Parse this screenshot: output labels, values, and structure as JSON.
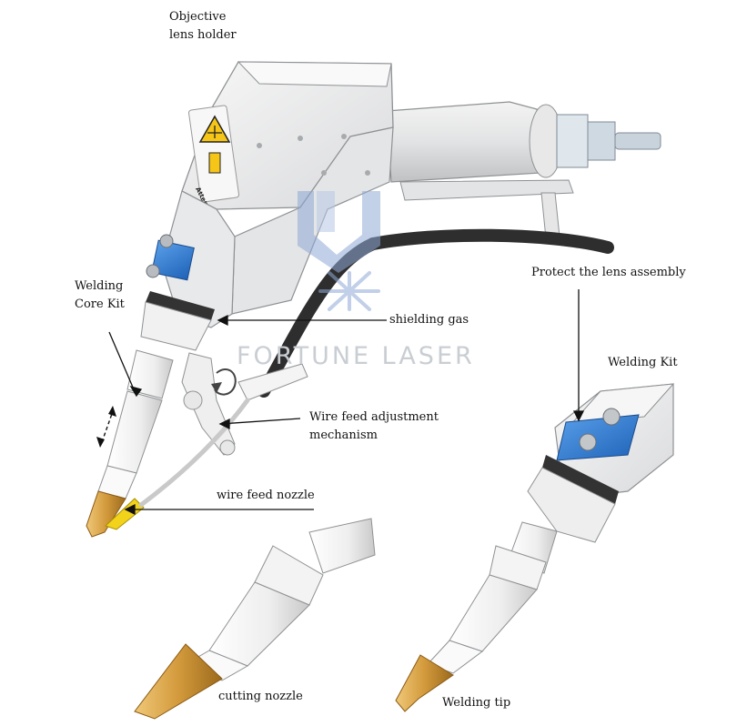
{
  "labels": {
    "objective_lens_holder": [
      "Objective",
      "lens holder"
    ],
    "welding_core_kit": [
      "Welding",
      "Core Kit"
    ],
    "shielding_gas": "shielding gas",
    "wire_feed_adjustment": [
      "Wire feed adjustment",
      "mechanism"
    ],
    "wire_feed_nozzle": "wire feed nozzle",
    "protect_lens_assembly": "Protect the lens assembly",
    "welding_kit": "Welding Kit",
    "cutting_nozzle": "cutting nozzle",
    "welding_tip": "Welding tip",
    "warning_sticker_text": "Attention"
  },
  "watermark": {
    "text": "FORTUNE LASER",
    "color": "#8fa9d6"
  },
  "colors": {
    "body": "#e9eaeb",
    "outline": "#8e9194",
    "blue_clamp": "#2f7fd8",
    "copper_nozzle": "#d39a3c",
    "yellow_nozzle": "#f2d21a",
    "hose": "#333333",
    "warning": "#f5c518"
  }
}
